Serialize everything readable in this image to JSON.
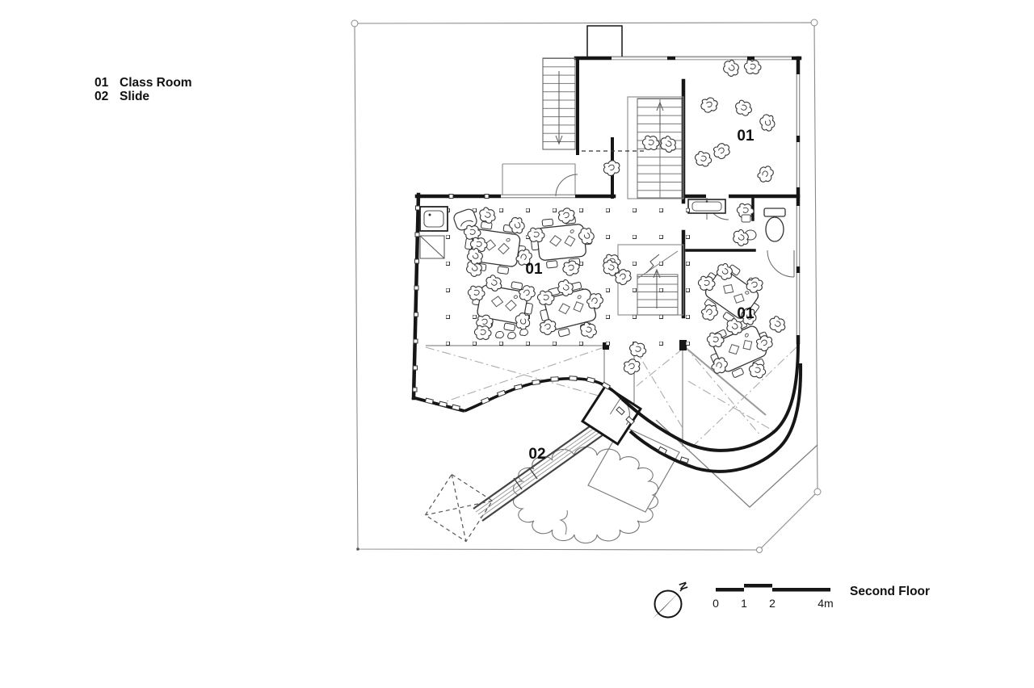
{
  "page": {
    "title": "Second Floor"
  },
  "legend": {
    "items": [
      {
        "code": "01",
        "label": "Class Room"
      },
      {
        "code": "02",
        "label": "Slide"
      }
    ]
  },
  "plan_labels": {
    "classroom_upper": "01",
    "classroom_main": "01",
    "classroom_right": "01",
    "slide": "02"
  },
  "compass": {
    "north_label": "N"
  },
  "scale_bar": {
    "tick_0": "0",
    "tick_1": "1",
    "tick_2": "2",
    "tick_4": "4m"
  },
  "colors": {
    "ink": "#161616",
    "line": "#666666",
    "window": "#999999",
    "dashdot": "#aaaaaa"
  }
}
